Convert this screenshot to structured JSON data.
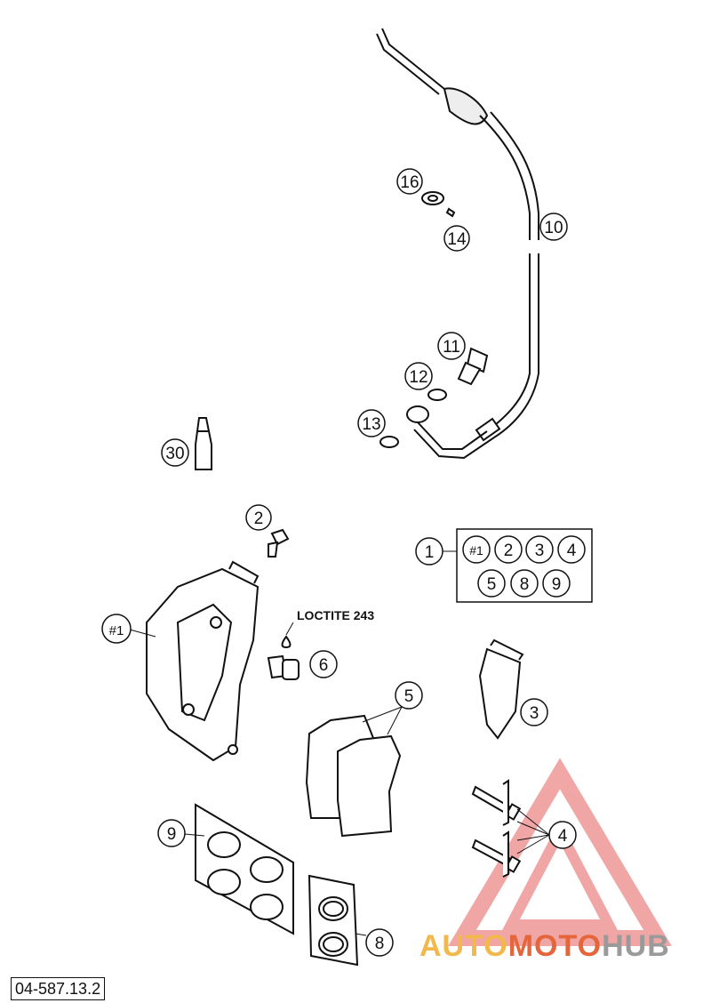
{
  "callouts": {
    "c16": "16",
    "c14": "14",
    "c10": "10",
    "c11": "11",
    "c12": "12",
    "c13": "13",
    "c30": "30",
    "c2": "2",
    "c1": "1",
    "c_hash1_main": "#1",
    "c6": "6",
    "c5": "5",
    "c3": "3",
    "c4": "4",
    "c9": "9",
    "c8": "8"
  },
  "kit_box": {
    "row1": [
      "#1",
      "2",
      "3",
      "4"
    ],
    "row2": [
      "5",
      "8",
      "9"
    ]
  },
  "loctite_label": "LOCTITE 243",
  "part_number": "04-587.13.2",
  "watermark": {
    "part1": "AUTO",
    "part2": "MOTO",
    "part3": "HUB",
    "colors": {
      "auto": "#f2b84b",
      "moto": "#e5663a",
      "hub": "#9a9a9a",
      "triangle": "#e23b3b"
    }
  }
}
